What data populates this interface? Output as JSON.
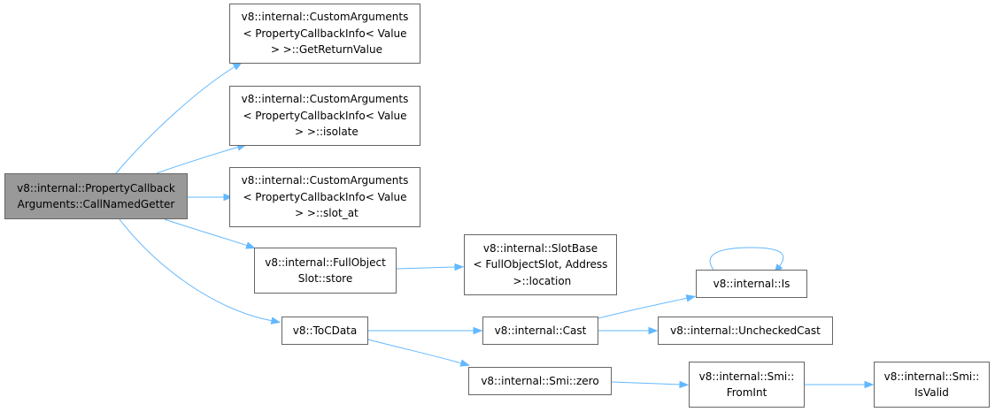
{
  "graph": {
    "edge_color": "#63b8ff",
    "root_fill": "#999999",
    "node_border": "#666666",
    "nodes": [
      {
        "id": "root",
        "lines": [
          "v8::internal::PropertyCallback",
          "Arguments::CallNamedGetter"
        ]
      },
      {
        "id": "getreturnvalue",
        "lines": [
          "v8::internal::CustomArguments",
          "< PropertyCallbackInfo< Value",
          " > >::GetReturnValue"
        ]
      },
      {
        "id": "isolate",
        "lines": [
          "v8::internal::CustomArguments",
          "< PropertyCallbackInfo< Value",
          " > >::isolate"
        ]
      },
      {
        "id": "slot_at",
        "lines": [
          "v8::internal::CustomArguments",
          "< PropertyCallbackInfo< Value",
          " > >::slot_at"
        ]
      },
      {
        "id": "fullobjectslot_store",
        "lines": [
          "v8::internal::FullObject",
          "Slot::store"
        ]
      },
      {
        "id": "slotbase_location",
        "lines": [
          "v8::internal::SlotBase",
          "< FullObjectSlot, Address",
          " >::location"
        ]
      },
      {
        "id": "tocdata",
        "lines": [
          "v8::ToCData"
        ]
      },
      {
        "id": "is",
        "lines": [
          "v8::internal::Is"
        ]
      },
      {
        "id": "cast",
        "lines": [
          "v8::internal::Cast"
        ]
      },
      {
        "id": "uncheckedcast",
        "lines": [
          "v8::internal::UncheckedCast"
        ]
      },
      {
        "id": "smi_zero",
        "lines": [
          "v8::internal::Smi::zero"
        ]
      },
      {
        "id": "smi_fromint",
        "lines": [
          "v8::internal::Smi::",
          "FromInt"
        ]
      },
      {
        "id": "smi_isvalid",
        "lines": [
          "v8::internal::Smi::",
          "IsValid"
        ]
      }
    ],
    "edges": [
      {
        "from": "root",
        "to": "getreturnvalue"
      },
      {
        "from": "root",
        "to": "isolate"
      },
      {
        "from": "root",
        "to": "slot_at"
      },
      {
        "from": "root",
        "to": "fullobjectslot_store"
      },
      {
        "from": "root",
        "to": "tocdata"
      },
      {
        "from": "fullobjectslot_store",
        "to": "slotbase_location"
      },
      {
        "from": "tocdata",
        "to": "cast"
      },
      {
        "from": "tocdata",
        "to": "smi_zero"
      },
      {
        "from": "cast",
        "to": "is"
      },
      {
        "from": "cast",
        "to": "uncheckedcast"
      },
      {
        "from": "is",
        "to": "is"
      },
      {
        "from": "smi_zero",
        "to": "smi_fromint"
      },
      {
        "from": "smi_fromint",
        "to": "smi_isvalid"
      }
    ]
  }
}
